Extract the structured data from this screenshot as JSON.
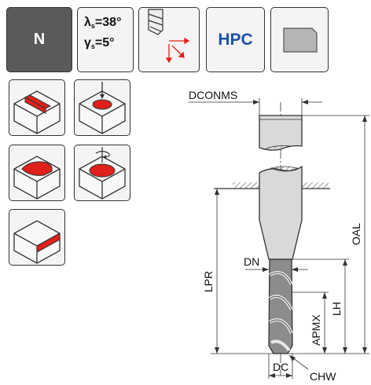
{
  "header": {
    "material_group": "N",
    "helix_angle_symbol": "λ",
    "helix_angle_sub": "s",
    "helix_angle_value": "=38°",
    "rake_angle_symbol": "γ",
    "rake_angle_sub": "s",
    "rake_angle_value": "=5°",
    "category": "HPC"
  },
  "operations": [
    {
      "icon": "slotting-icon"
    },
    {
      "icon": "plunging-icon"
    },
    {
      "icon": "pocketing-icon"
    },
    {
      "icon": "helical-boring-icon"
    },
    {
      "icon": "side-milling-icon"
    }
  ],
  "drawing": {
    "labels": {
      "shank_diameter": "DCONMS",
      "overall_length": "OAL",
      "protruding_length": "LPR",
      "neck_diameter": "DN",
      "head_length": "LH",
      "cutting_depth": "APMX",
      "cutting_diameter": "DC",
      "chamfer_width": "CHW"
    }
  },
  "colors": {
    "accent_red": "#e0201b",
    "material_gray": "#5a5a5a",
    "hpc_blue": "#1a52a8"
  }
}
